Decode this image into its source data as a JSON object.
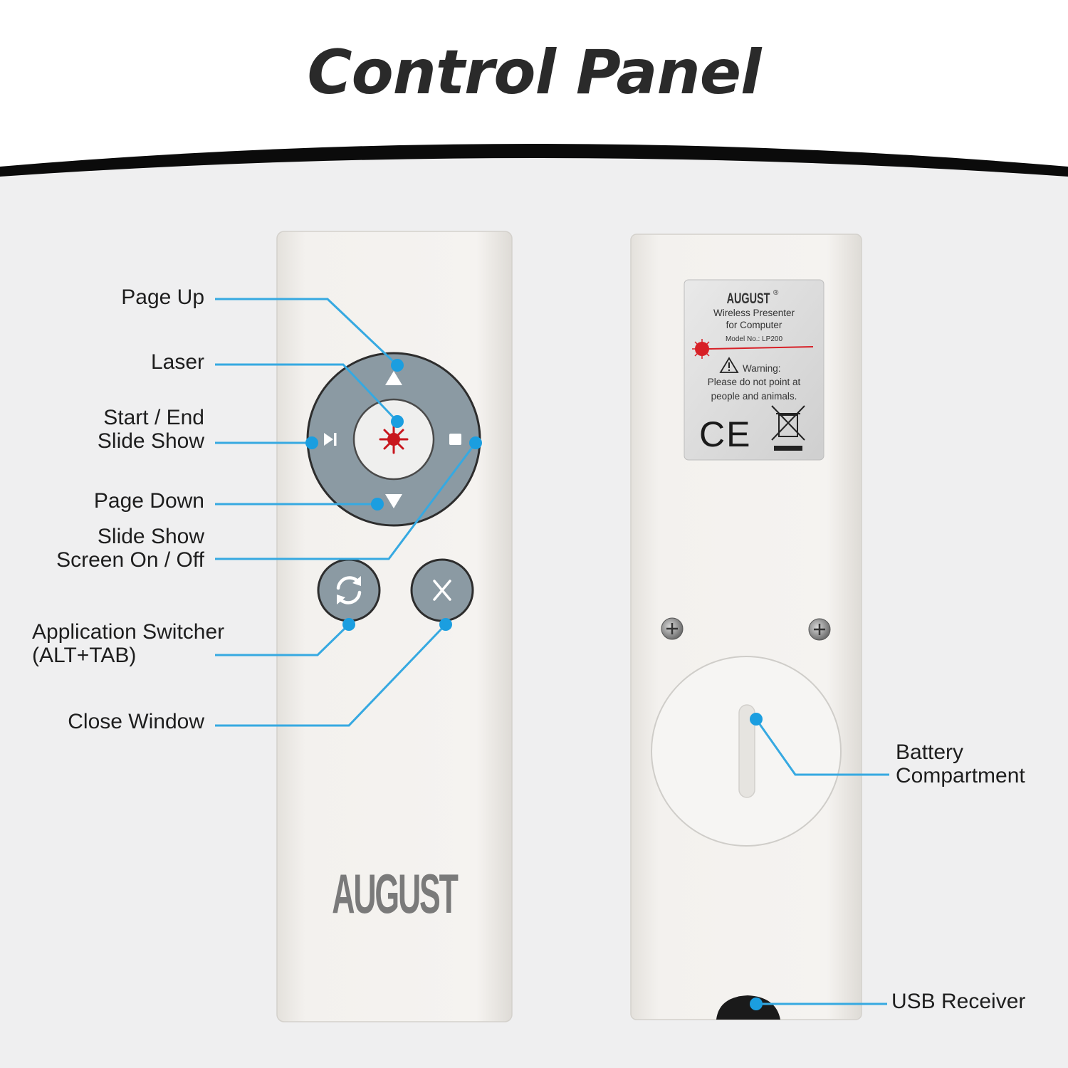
{
  "page_title": "Control Panel",
  "front": {
    "brand": "AUGUST",
    "labels": {
      "page_up": "Page Up",
      "laser": "Laser",
      "start_end_1": "Start / End",
      "start_end_2": "Slide Show",
      "page_down": "Page Down",
      "screen_1": "Slide Show",
      "screen_2": "Screen On / Off",
      "app_switcher_1": "Application Switcher",
      "app_switcher_2": "(ALT+TAB)",
      "close_window": "Close Window"
    }
  },
  "back": {
    "sticker": {
      "brand": "AUGUST",
      "line1": "Wireless Presenter",
      "line2": "for Computer",
      "model": "Model No.: LP200",
      "warning_title": "Warning:",
      "warning_1": "Please do not point at",
      "warning_2": "people and animals.",
      "ce_mark": "CE"
    },
    "labels": {
      "battery_1": "Battery",
      "battery_2": "Compartment",
      "usb": "USB Receiver"
    }
  },
  "colors": {
    "accent_line": "#36a9e1",
    "dot": "#1b9ee0",
    "button_gray": "#8b9aa3",
    "laser_red": "#c8161d",
    "title": "#2a2a2a"
  }
}
